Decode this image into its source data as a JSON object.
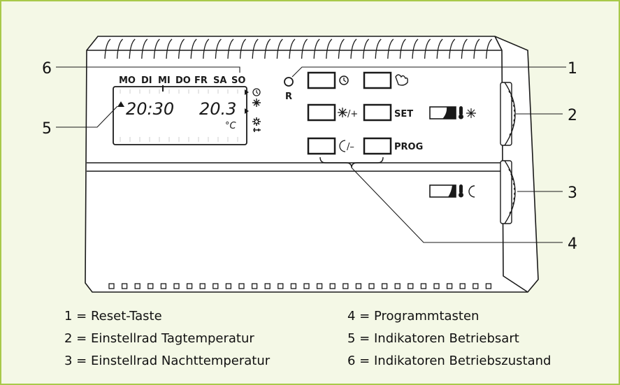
{
  "display": {
    "days": [
      "MO",
      "DI",
      "MI",
      "DO",
      "FR",
      "SA",
      "SO"
    ],
    "time": "20:30",
    "temperature": "20.3",
    "unit": "°C"
  },
  "buttons": {
    "reset_label": "R",
    "set_label": "SET",
    "prog_label": "PROG",
    "plus_label": "/+",
    "minus_label": "/–"
  },
  "callouts": [
    "1",
    "2",
    "3",
    "4",
    "5",
    "6"
  ],
  "legend": [
    "1 = Reset-Taste",
    "2 = Einstellrad Tagtemperatur",
    "3 = Einstellrad Nachttemperatur",
    "4 = Programmtasten",
    "5 = Indikatoren Betriebsart",
    "6 = Indikatoren Betriebszustand"
  ],
  "colors": {
    "frame": "#a8c94a",
    "background": "#f4f8e6",
    "device": "#ffffff",
    "line": "#1a1a1a"
  }
}
